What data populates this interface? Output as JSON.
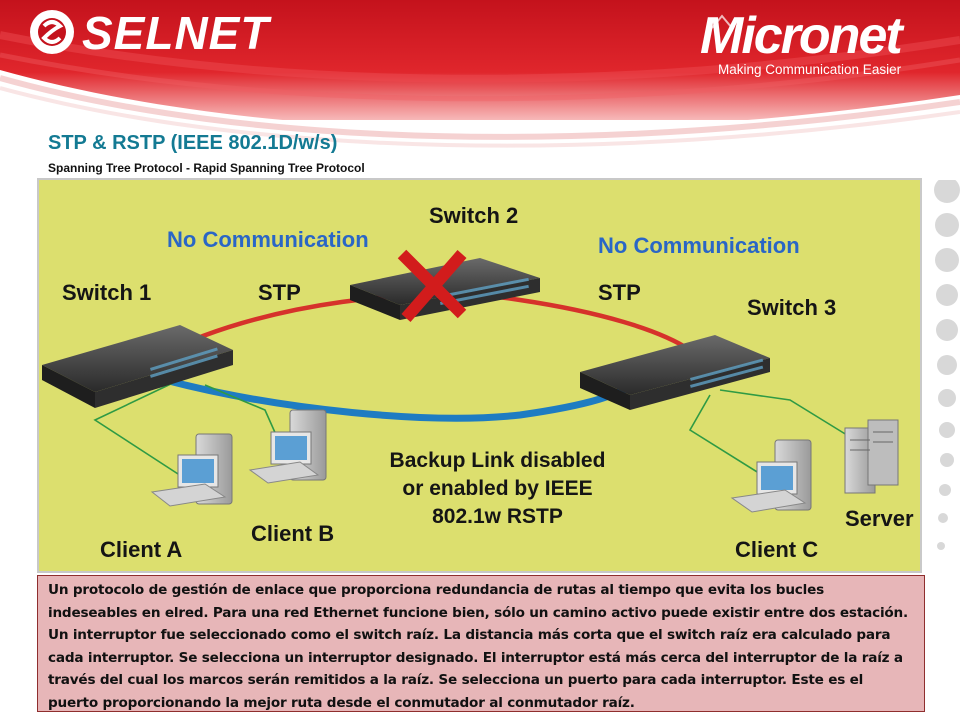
{
  "brand": {
    "left_logo": "SELNET",
    "right_logo": "Micronet",
    "right_tagline": "Making Communication Easier"
  },
  "title": "STP  & RSTP (IEEE 802.1D/w/s)",
  "subtitle": "Spanning Tree Protocol  - Rapid Spanning Tree Protocol",
  "diagram": {
    "switch1": "Switch 1",
    "switch2": "Switch 2",
    "switch3": "Switch 3",
    "stp_left": "STP",
    "stp_right": "STP",
    "no_comm_left": "No Communication",
    "no_comm_right": "No Communication",
    "backup_line1": "Backup Link disabled",
    "backup_line2": "or enabled by IEEE",
    "backup_line3": "802.1w RSTP",
    "client_a": "Client A",
    "client_b": "Client B",
    "client_c": "Client C",
    "server": "Server"
  },
  "description": "Un protocolo de gestión de enlace que proporciona redundancia de rutas al tiempo que evita los bucles indeseables en elred. Para una red Ethernet funcione bien, sólo un camino activo puede existir entre dos estación. Un interruptor fue seleccionado como el switch raíz. La distancia más corta que el switch raíz era calculado para cada interruptor. Se selecciona un interruptor designado. El interruptor está más cerca del interruptor de la raíz a través del cual los marcos serán remitidos a la raíz. Se selecciona un puerto para cada interruptor. Este es el puerto proporcionando la mejor ruta desde el conmutador al conmutador raíz."
}
